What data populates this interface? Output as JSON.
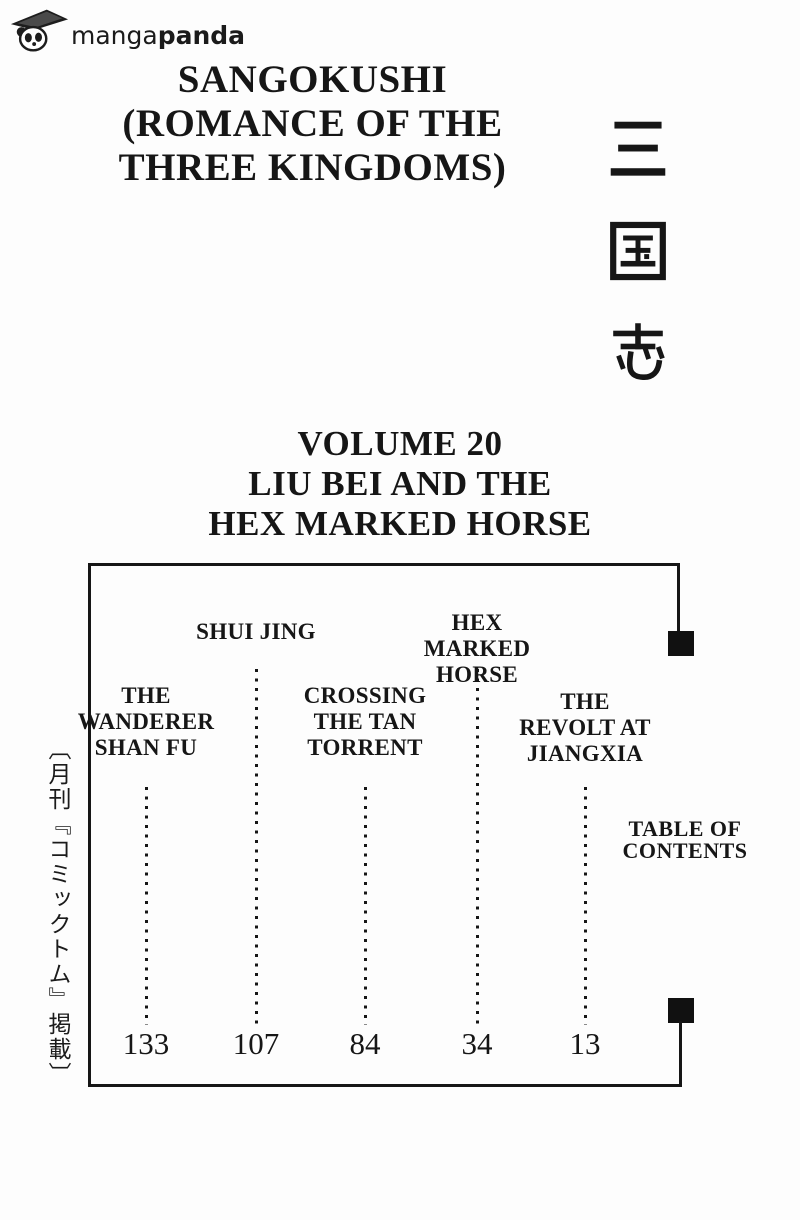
{
  "site_logo": {
    "text_regular": "manga",
    "text_bold": "panda",
    "icon": "panda-hat-icon"
  },
  "header": {
    "title_lines": [
      "SANGOKUSHI",
      "(ROMANCE OF THE",
      "THREE KINGDOMS)"
    ],
    "kanji_vertical": "三国志",
    "kanji_chars": [
      "三",
      "国",
      "志"
    ]
  },
  "volume": {
    "lines": [
      "VOLUME 20",
      "LIU BEI AND THE",
      "HEX MARKED HORSE"
    ]
  },
  "toc": {
    "label_lines": [
      "TABLE OF",
      "CONTENTS"
    ],
    "entries": [
      {
        "title_lines": [
          "THE",
          "WANDERER",
          "SHAN FU"
        ],
        "page": "133"
      },
      {
        "title_lines": [
          "SHUI JING"
        ],
        "page": "107"
      },
      {
        "title_lines": [
          "CROSSING",
          "THE TAN",
          "TORRENT"
        ],
        "page": "84"
      },
      {
        "title_lines": [
          "HEX MARKED",
          "HORSE"
        ],
        "page": "34"
      },
      {
        "title_lines": [
          "THE",
          "REVOLT AT",
          "JIANGXIA"
        ],
        "page": "13"
      }
    ]
  },
  "side_note_vertical": "〔月刊『コミックトム』掲載〕",
  "colors": {
    "ink": "#161616",
    "background": "#fdfdfd"
  }
}
